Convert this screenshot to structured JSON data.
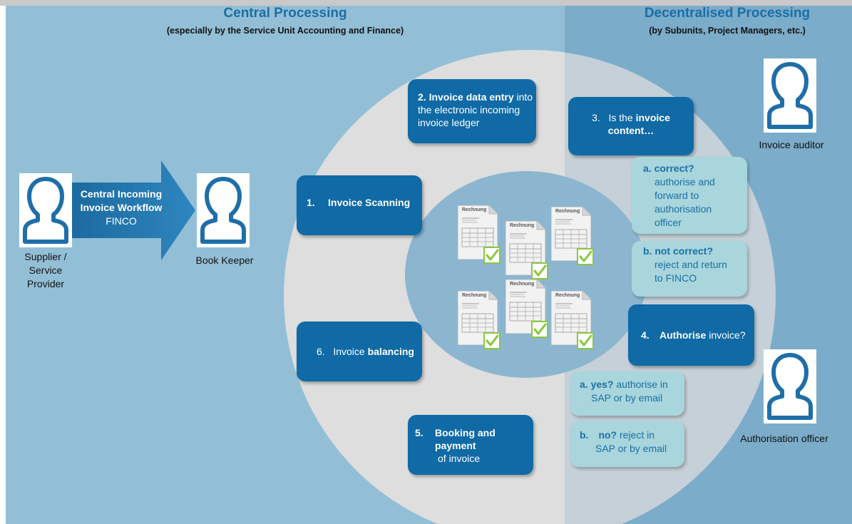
{
  "central": {
    "title": "Central Processing",
    "subtitle": "(especially by the Service Unit Accounting and Finance)"
  },
  "decentral": {
    "title": "Decentralised Processing",
    "subtitle": "(by Subunits, Project Managers, etc.)"
  },
  "workflow_arrow": {
    "line1": "Central Incoming",
    "line2": "Invoice Workflow",
    "line3": "FINCO"
  },
  "persons": {
    "supplier": {
      "line1": "Supplier /",
      "line2": "Service",
      "line3": "Provider",
      "icon": "person-icon"
    },
    "bookkeeper": {
      "label": "Book Keeper",
      "icon": "person-icon"
    },
    "auditor": {
      "label": "Invoice auditor",
      "icon": "person-icon"
    },
    "officer": {
      "label": "Authorisation officer",
      "icon": "person-icon"
    }
  },
  "steps": {
    "s1": {
      "num": "1.",
      "label": "Invoice Scanning"
    },
    "s2": {
      "bold": "2. Invoice data entry",
      "rest": " into",
      "line2": "the electronic incoming",
      "line3": "invoice ledger"
    },
    "s3": {
      "pre": "3.   Is the ",
      "bold1": "invoice",
      "bold2": "content…"
    },
    "s3a": {
      "head": "a. correct?",
      "l1": "authorise and",
      "l2": "forward to",
      "l3": "authorisation",
      "l4": "officer"
    },
    "s3b": {
      "head": "b. not correct?",
      "l1": "reject and return",
      "l2": "to FINCO"
    },
    "s4": {
      "num": "4.",
      "bold": "Authorise",
      "rest": " invoice?"
    },
    "s4a": {
      "letter": "a.",
      "bold": "yes?",
      "rest": " authorise in",
      "l2": "SAP or by email"
    },
    "s4b": {
      "letter": "b.",
      "bold": "no?",
      "rest": " reject in",
      "l2": "SAP or by email"
    },
    "s5": {
      "num": "5.",
      "bold1": "Booking and",
      "bold2": "payment",
      "rest": "of invoice"
    },
    "s6": {
      "pre": "6.   Invoice ",
      "bold": "balancing"
    }
  },
  "documents": {
    "title": "Rechnung",
    "count": 6,
    "icon": "invoice-document-icon",
    "check_icon": "checkmark-icon"
  },
  "colors": {
    "accent_dark": "#0f6aa6",
    "accent_light": "#a8d6dc",
    "heading": "#1c6ea4",
    "check": "#8cc63f"
  }
}
